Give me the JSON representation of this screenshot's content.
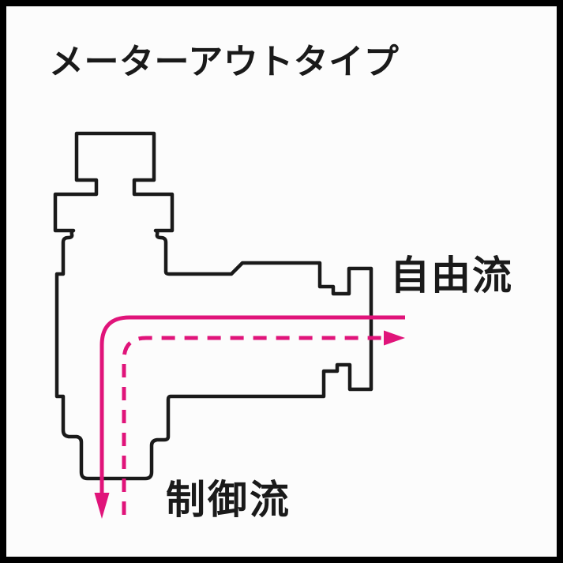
{
  "diagram": {
    "title": "メーターアウトタイプ",
    "free_flow_label": "自由流",
    "controlled_flow_label": "制御流",
    "flows": {
      "solid_line": {
        "style": "solid",
        "arrow_direction": "down",
        "exits": "bottom port"
      },
      "dashed_line": {
        "style": "dashed",
        "arrow_direction": "right",
        "exits": "right port"
      }
    },
    "colors": {
      "outline": "#1a1a1a",
      "flow": "#e0147a",
      "background": "#fcfcfc",
      "frame": "#000000"
    }
  }
}
